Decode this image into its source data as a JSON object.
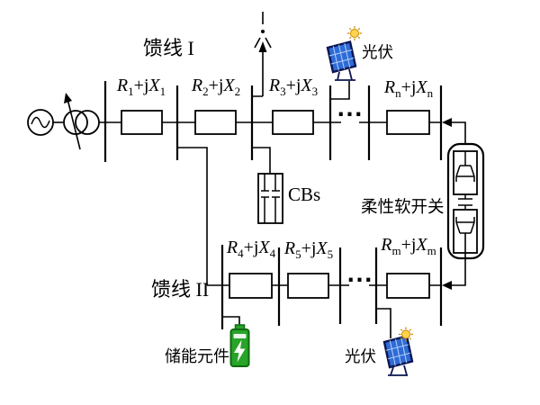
{
  "labels": {
    "feeder1": "馈线 I",
    "feeder2": "馈线 II",
    "pv_top": "光伏",
    "pv_bottom": "光伏",
    "cbs": "CBs",
    "sop": "柔性软开关",
    "storage": "储能元件",
    "ellipsis_top": "···",
    "ellipsis_bottom": "···"
  },
  "impedances_top": [
    {
      "r": "R",
      "r_sub": "1",
      "mid": "+j",
      "x": "X",
      "x_sub": "1"
    },
    {
      "r": "R",
      "r_sub": "2",
      "mid": "+j",
      "x": "X",
      "x_sub": "2"
    },
    {
      "r": "R",
      "r_sub": "3",
      "mid": "+j",
      "x": "X",
      "x_sub": "3"
    },
    {
      "r": "R",
      "r_sub": "n",
      "mid": "+j",
      "x": "X",
      "x_sub": "n"
    }
  ],
  "impedances_bottom": [
    {
      "r": "R",
      "r_sub": "4",
      "mid": "+j",
      "x": "X",
      "x_sub": "4"
    },
    {
      "r": "R",
      "r_sub": "5",
      "mid": "+j",
      "x": "X",
      "x_sub": "5"
    },
    {
      "r": "R",
      "r_sub": "m",
      "mid": "+j",
      "x": "X",
      "x_sub": "m"
    }
  ],
  "icons": {
    "source": "ac-source",
    "transformer": "oltc-transformer-with-tap-arrow",
    "pv": "solar-panel-with-sun",
    "battery": "green-battery-with-lightning-bolt",
    "cbs": "capacitor-bank-box",
    "sop": "back-to-back-converter-capsule",
    "other_feeder": "upward-arrow-with-break"
  },
  "colors": {
    "line": "#000000",
    "background": "#ffffff",
    "pv_panel_fill": "#2e6bd8",
    "pv_panel_border": "#0a1550",
    "pv_grid": "#b8d4f2",
    "sun_fill": "#ffd34d",
    "sun_stroke": "#cc8800",
    "battery_fill": "#28a428",
    "battery_border": "#0e6b0e",
    "bolt": "#ffffff"
  }
}
